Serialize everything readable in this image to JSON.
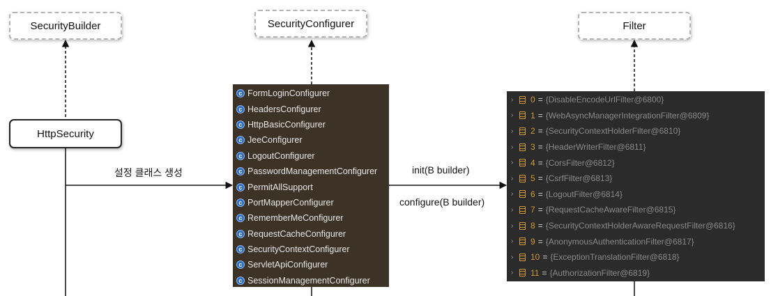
{
  "top_boxes": {
    "builder": "SecurityBuilder",
    "configurer": "SecurityConfigurer",
    "filter": "Filter"
  },
  "http_security": "HttpSecurity",
  "create_label": "설정 클래스 생성",
  "init_label": "init(B builder)",
  "configure_label": "configure(B builder)",
  "configurers": [
    "FormLoginConfigurer",
    "HeadersConfigurer",
    "HttpBasicConfigurer",
    "JeeConfigurer",
    "LogoutConfigurer",
    "PasswordManagementConfigurer",
    "PermitAllSupport",
    "PortMapperConfigurer",
    "RememberMeConfigurer",
    "RequestCacheConfigurer",
    "SecurityContextConfigurer",
    "ServletApiConfigurer",
    "SessionManagementConfigurer"
  ],
  "filters": [
    {
      "index": "0",
      "value": "{DisableEncodeUrlFilter@6800}"
    },
    {
      "index": "1",
      "value": "{WebAsyncManagerIntegrationFilter@6809}"
    },
    {
      "index": "2",
      "value": "{SecurityContextHolderFilter@6810}"
    },
    {
      "index": "3",
      "value": "{HeaderWriterFilter@6811}"
    },
    {
      "index": "4",
      "value": "{CorsFilter@6812}"
    },
    {
      "index": "5",
      "value": "{CsrfFilter@6813}"
    },
    {
      "index": "6",
      "value": "{LogoutFilter@6814}"
    },
    {
      "index": "7",
      "value": "{RequestCacheAwareFilter@6815}"
    },
    {
      "index": "8",
      "value": "{SecurityContextHolderAwareRequestFilter@6816}"
    },
    {
      "index": "9",
      "value": "{AnonymousAuthenticationFilter@6817}"
    },
    {
      "index": "10",
      "value": "{ExceptionTranslationFilter@6818}"
    },
    {
      "index": "11",
      "value": "{AuthorizationFilter@6819}"
    }
  ],
  "colors": {
    "configurer_bg": "#3c3226",
    "filter_bg": "#2b2b2b",
    "filter_index": "#d19a32",
    "configurer_icon": "#2e6fc4"
  },
  "icons": {
    "configurer_item": "class-c-icon",
    "filter_item": "variable-stack-icon",
    "filter_expand": "chevron-right-icon"
  }
}
